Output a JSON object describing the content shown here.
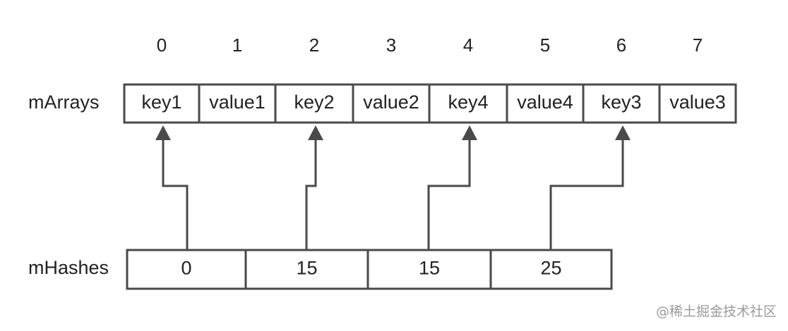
{
  "labels": {
    "arrays": "mArrays",
    "hashes": "mHashes"
  },
  "indices": [
    "0",
    "1",
    "2",
    "3",
    "4",
    "5",
    "6",
    "7"
  ],
  "arrays": [
    "key1",
    "value1",
    "key2",
    "value2",
    "key4",
    "value4",
    "key3",
    "value3"
  ],
  "hashes": [
    "0",
    "15",
    "15",
    "25"
  ],
  "links": [
    {
      "from_hash": 0,
      "to_array": 0
    },
    {
      "from_hash": 1,
      "to_array": 2
    },
    {
      "from_hash": 2,
      "to_array": 4
    },
    {
      "from_hash": 3,
      "to_array": 6
    }
  ],
  "watermark": "@稀土掘金技术社区",
  "colors": {
    "stroke": "#4a4a4a",
    "text": "#222222",
    "watermark": "#9a9a9a"
  }
}
